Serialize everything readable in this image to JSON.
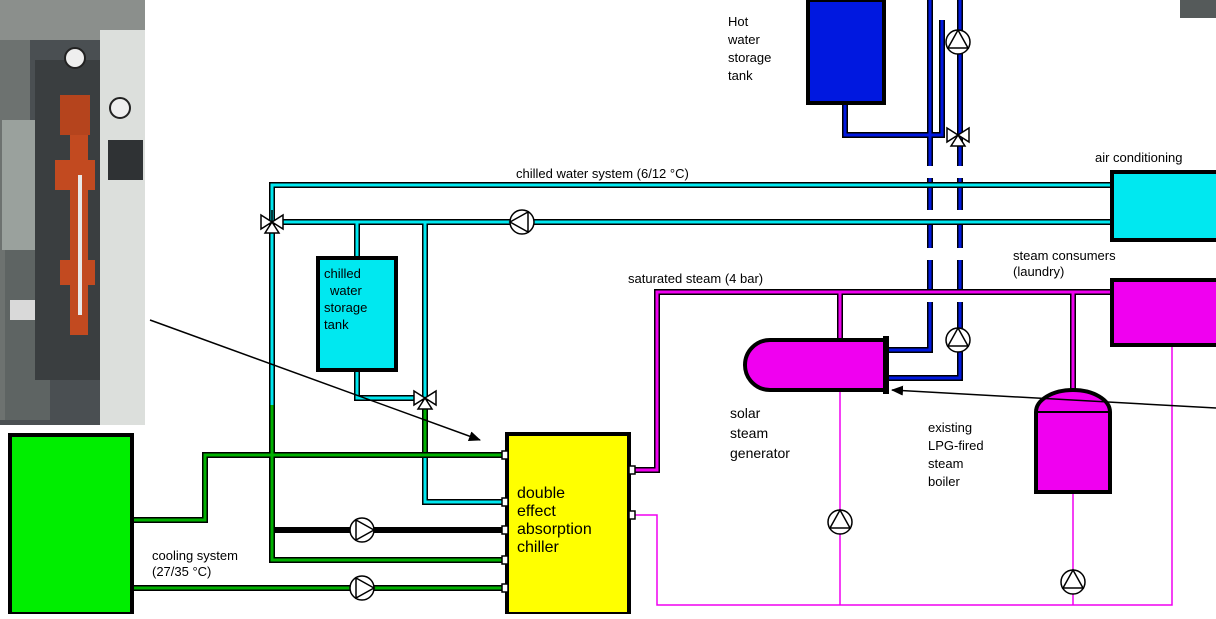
{
  "labels": {
    "hot_water_tank": [
      "Hot",
      "water",
      "storage",
      "tank"
    ],
    "air_conditioning": "air conditioning",
    "chilled_water_system": "chilled water system (6/12 °C)",
    "steam_consumers": [
      "steam consumers",
      "(laundry)"
    ],
    "saturated_steam": "saturated steam (4 bar)",
    "chilled_water_tank": [
      "chilled",
      "water",
      "storage",
      "tank"
    ],
    "solar_steam_generator": [
      "solar",
      "steam",
      "generator"
    ],
    "lpg_boiler": [
      "existing",
      "LPG-fired",
      "steam",
      "boiler"
    ],
    "chiller": [
      "double",
      "effect",
      "absorption",
      "chiller"
    ],
    "cooling_system": [
      "cooling system",
      "(27/35 °C)"
    ]
  },
  "colors": {
    "hot_water": "#0018e0",
    "chilled_water": "#00e8f0",
    "steam": "#f000f0",
    "cooling": "#00c000",
    "chiller_fill": "#ffff00",
    "tower_fill": "#00ee00"
  }
}
